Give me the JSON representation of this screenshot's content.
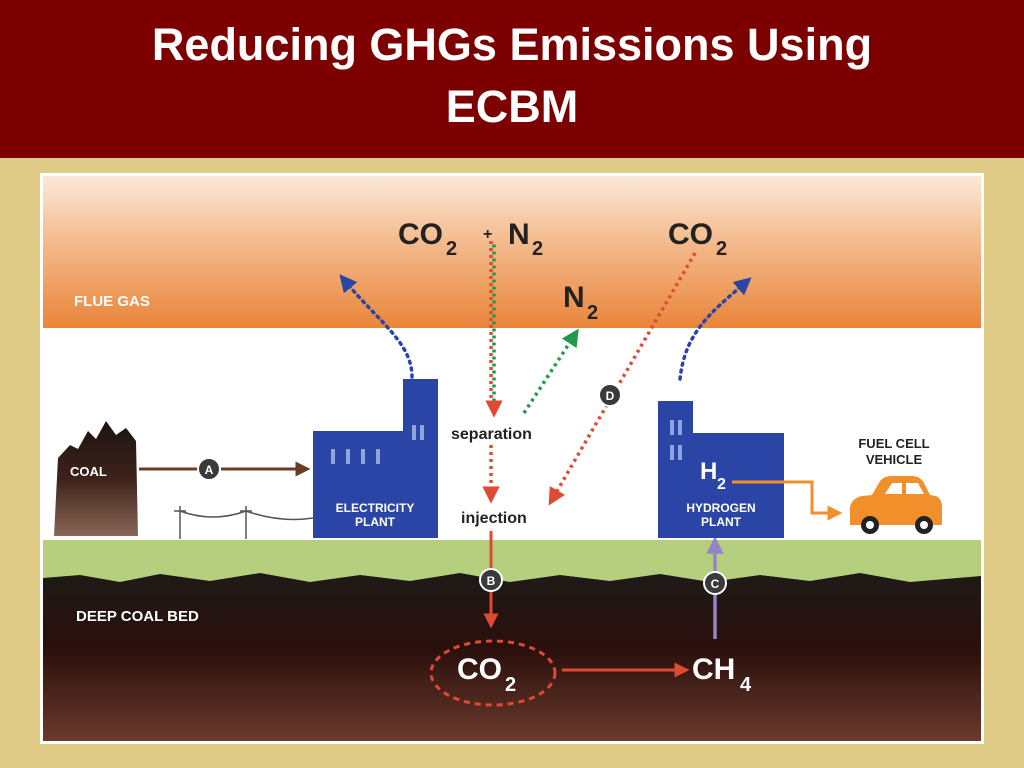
{
  "slide": {
    "title_line1": "Reducing GHGs Emissions Using",
    "title_line2": "ECBM"
  },
  "diagram": {
    "layers": {
      "flue_gas": "FLUE GAS",
      "deep_coal_bed": "DEEP COAL BED"
    },
    "gases": {
      "top_left_co2": "CO",
      "top_left_co2_sub": "2",
      "plus": "+",
      "top_left_n2": "N",
      "top_left_n2_sub": "2",
      "middle_n2": "N",
      "middle_n2_sub": "2",
      "top_right_co2": "CO",
      "top_right_co2_sub": "2",
      "h2": "H",
      "h2_sub": "2",
      "bottom_co2": "CO",
      "bottom_co2_sub": "2",
      "bottom_ch4": "CH",
      "bottom_ch4_sub": "4"
    },
    "labels": {
      "coal": "COAL",
      "electricity_plant_line1": "ELECTRICITY",
      "electricity_plant_line2": "PLANT",
      "separation": "separation",
      "injection": "injection",
      "hydrogen_plant_line1": "HYDROGEN",
      "hydrogen_plant_line2": "PLANT",
      "fuel_cell_line1": "FUEL CELL",
      "fuel_cell_line2": "VEHICLE"
    },
    "markers": {
      "a": "A",
      "b": "B",
      "c": "C",
      "d": "D"
    },
    "colors": {
      "title_bar": "#7d0000",
      "slide_background": "#dfca86",
      "flue_gas_band": "#e9853a",
      "ground": "#b5cf7f",
      "coal_bed": "#1e1a17",
      "plant_blue": "#2a45a6",
      "co2_red": "#de4a32",
      "n2_green": "#1f9a4a",
      "h2_orange": "#f1902a",
      "ch4_purple": "#9584c6"
    }
  }
}
